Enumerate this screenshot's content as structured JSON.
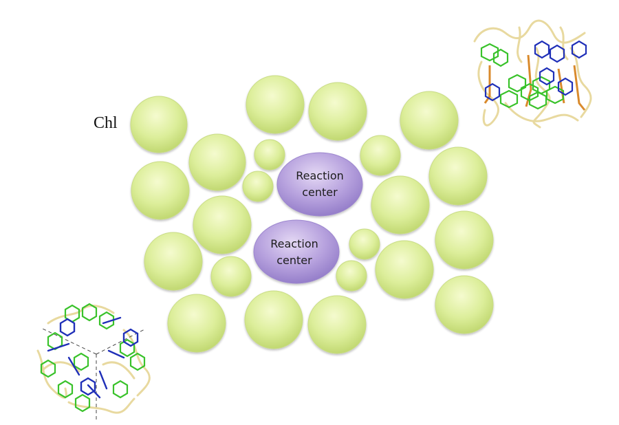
{
  "diagram": {
    "chl_label": "Chl",
    "reaction_centers": [
      {
        "line1": "Reaction",
        "line2": "center"
      },
      {
        "line1": "Reaction",
        "line2": "center"
      }
    ],
    "colors": {
      "chl_fill_light": "#f5fbcf",
      "chl_fill": "#dcee9a",
      "chl_fill_dark": "#bcd46a",
      "rc_fill_light": "#e4d8f4",
      "rc_fill": "#b7a2de",
      "rc_fill_dark": "#8f78c6",
      "protein_ribbon": "#e7d79a",
      "pigment_green": "#39c22a",
      "pigment_blue": "#1f2fb8",
      "carotenoid_orange": "#d98a2c"
    },
    "icons": [
      "protein-structure-top-right",
      "protein-structure-bottom-left"
    ]
  }
}
